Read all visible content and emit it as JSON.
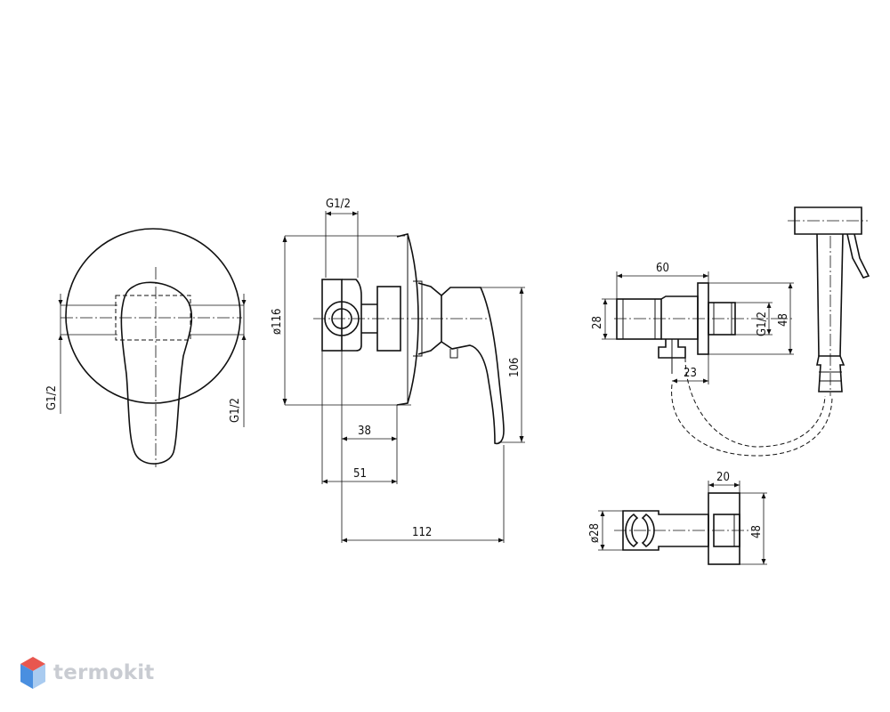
{
  "dimensions": {
    "front_g_left": "G1/2",
    "front_g_right": "G1/2",
    "side_g_top": "G1/2",
    "side_diameter": "ø116",
    "side_height": "106",
    "side_38": "38",
    "side_51": "51",
    "side_112": "112",
    "holder_60": "60",
    "holder_28": "28",
    "holder_g": "G1/2",
    "holder_48": "48",
    "holder_23": "23",
    "bottom_20": "20",
    "bottom_diameter": "ø28",
    "bottom_48": "48"
  },
  "brand": {
    "name": "termokit",
    "colors": {
      "red": "#e8574f",
      "blue": "#4a8fe0",
      "light_blue": "#a9cbf0",
      "text": "#c9ccd2"
    }
  }
}
